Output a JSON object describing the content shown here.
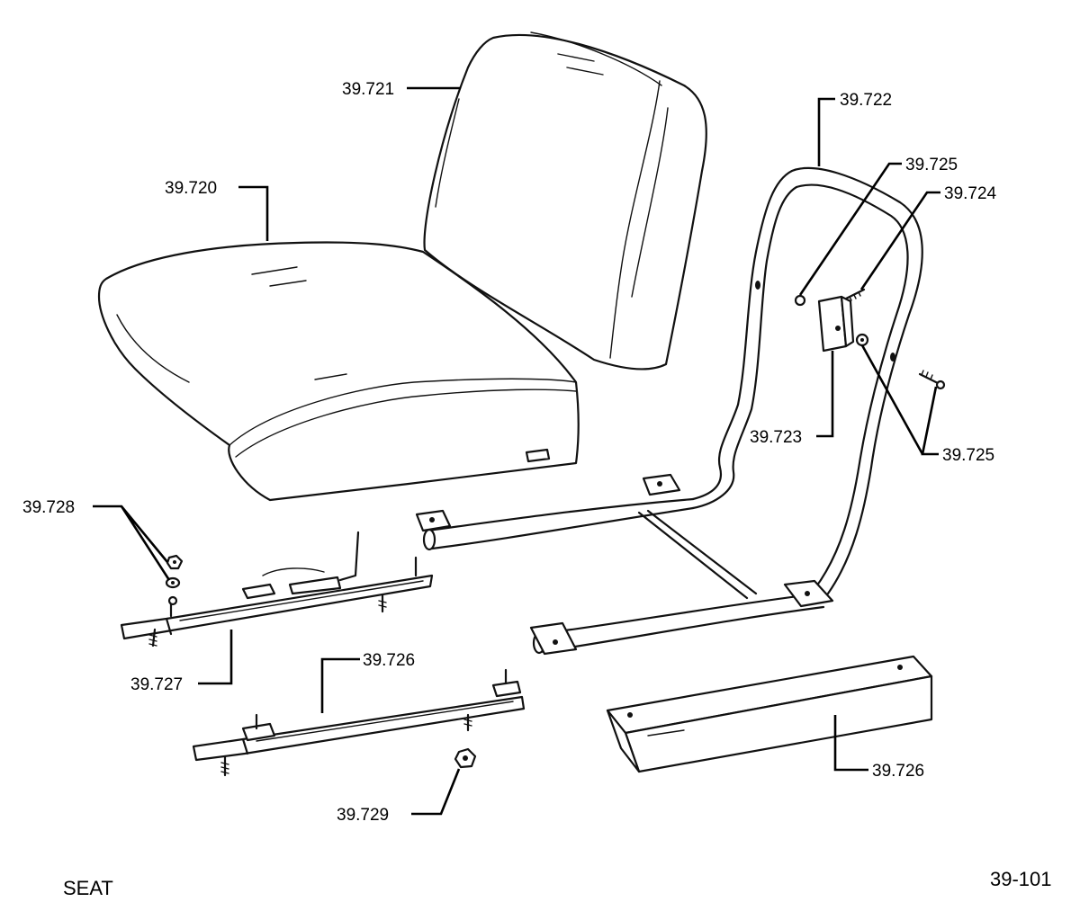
{
  "callouts": {
    "c720": "39.720",
    "c721": "39.721",
    "c722": "39.722",
    "c725a": "39.725",
    "c724": "39.724",
    "c723": "39.723",
    "c725b": "39.725",
    "c728": "39.728",
    "c727": "39.727",
    "c726a": "39.726",
    "c726b": "39.726",
    "c729": "39.729"
  },
  "footer": {
    "title": "SEAT",
    "page_number": "39-101"
  }
}
